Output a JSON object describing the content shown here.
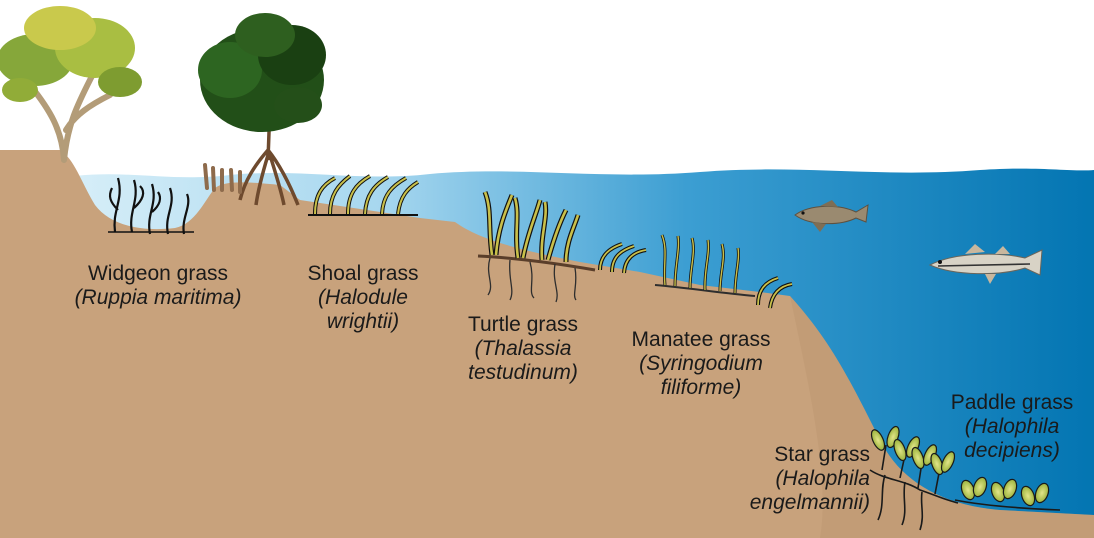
{
  "colors": {
    "sediment": "#C8A27C",
    "water_shallow": "#CFEAF6",
    "water_deep": "#0477B4",
    "seagrass": "#C9C04A",
    "root": "#2C2C2C",
    "tree_foliage": "#7CA12E",
    "mangrove_foliage": "#1E4A16"
  },
  "labels": {
    "widgeon": {
      "common": "Widgeon grass",
      "scientific": "(Ruppia maritima)"
    },
    "shoal": {
      "common": "Shoal grass",
      "scientific_line1": "(Halodule",
      "scientific_line2": "wrightii)"
    },
    "turtle": {
      "common": "Turtle grass",
      "scientific_line1": "(Thalassia",
      "scientific_line2": "testudinum)"
    },
    "manatee": {
      "common": "Manatee grass",
      "scientific_line1": "(Syringodium",
      "scientific_line2": "filiforme)"
    },
    "star": {
      "common": "Star grass",
      "scientific_line1": "(Halophila",
      "scientific_line2": "engelmannii)"
    },
    "paddle": {
      "common": "Paddle grass",
      "scientific_line1": "(Halophila",
      "scientific_line2": "decipiens)"
    }
  },
  "icons": [
    "tree-icon",
    "mangrove-icon",
    "fish-icon",
    "snook-icon",
    "seagrass-icon"
  ]
}
